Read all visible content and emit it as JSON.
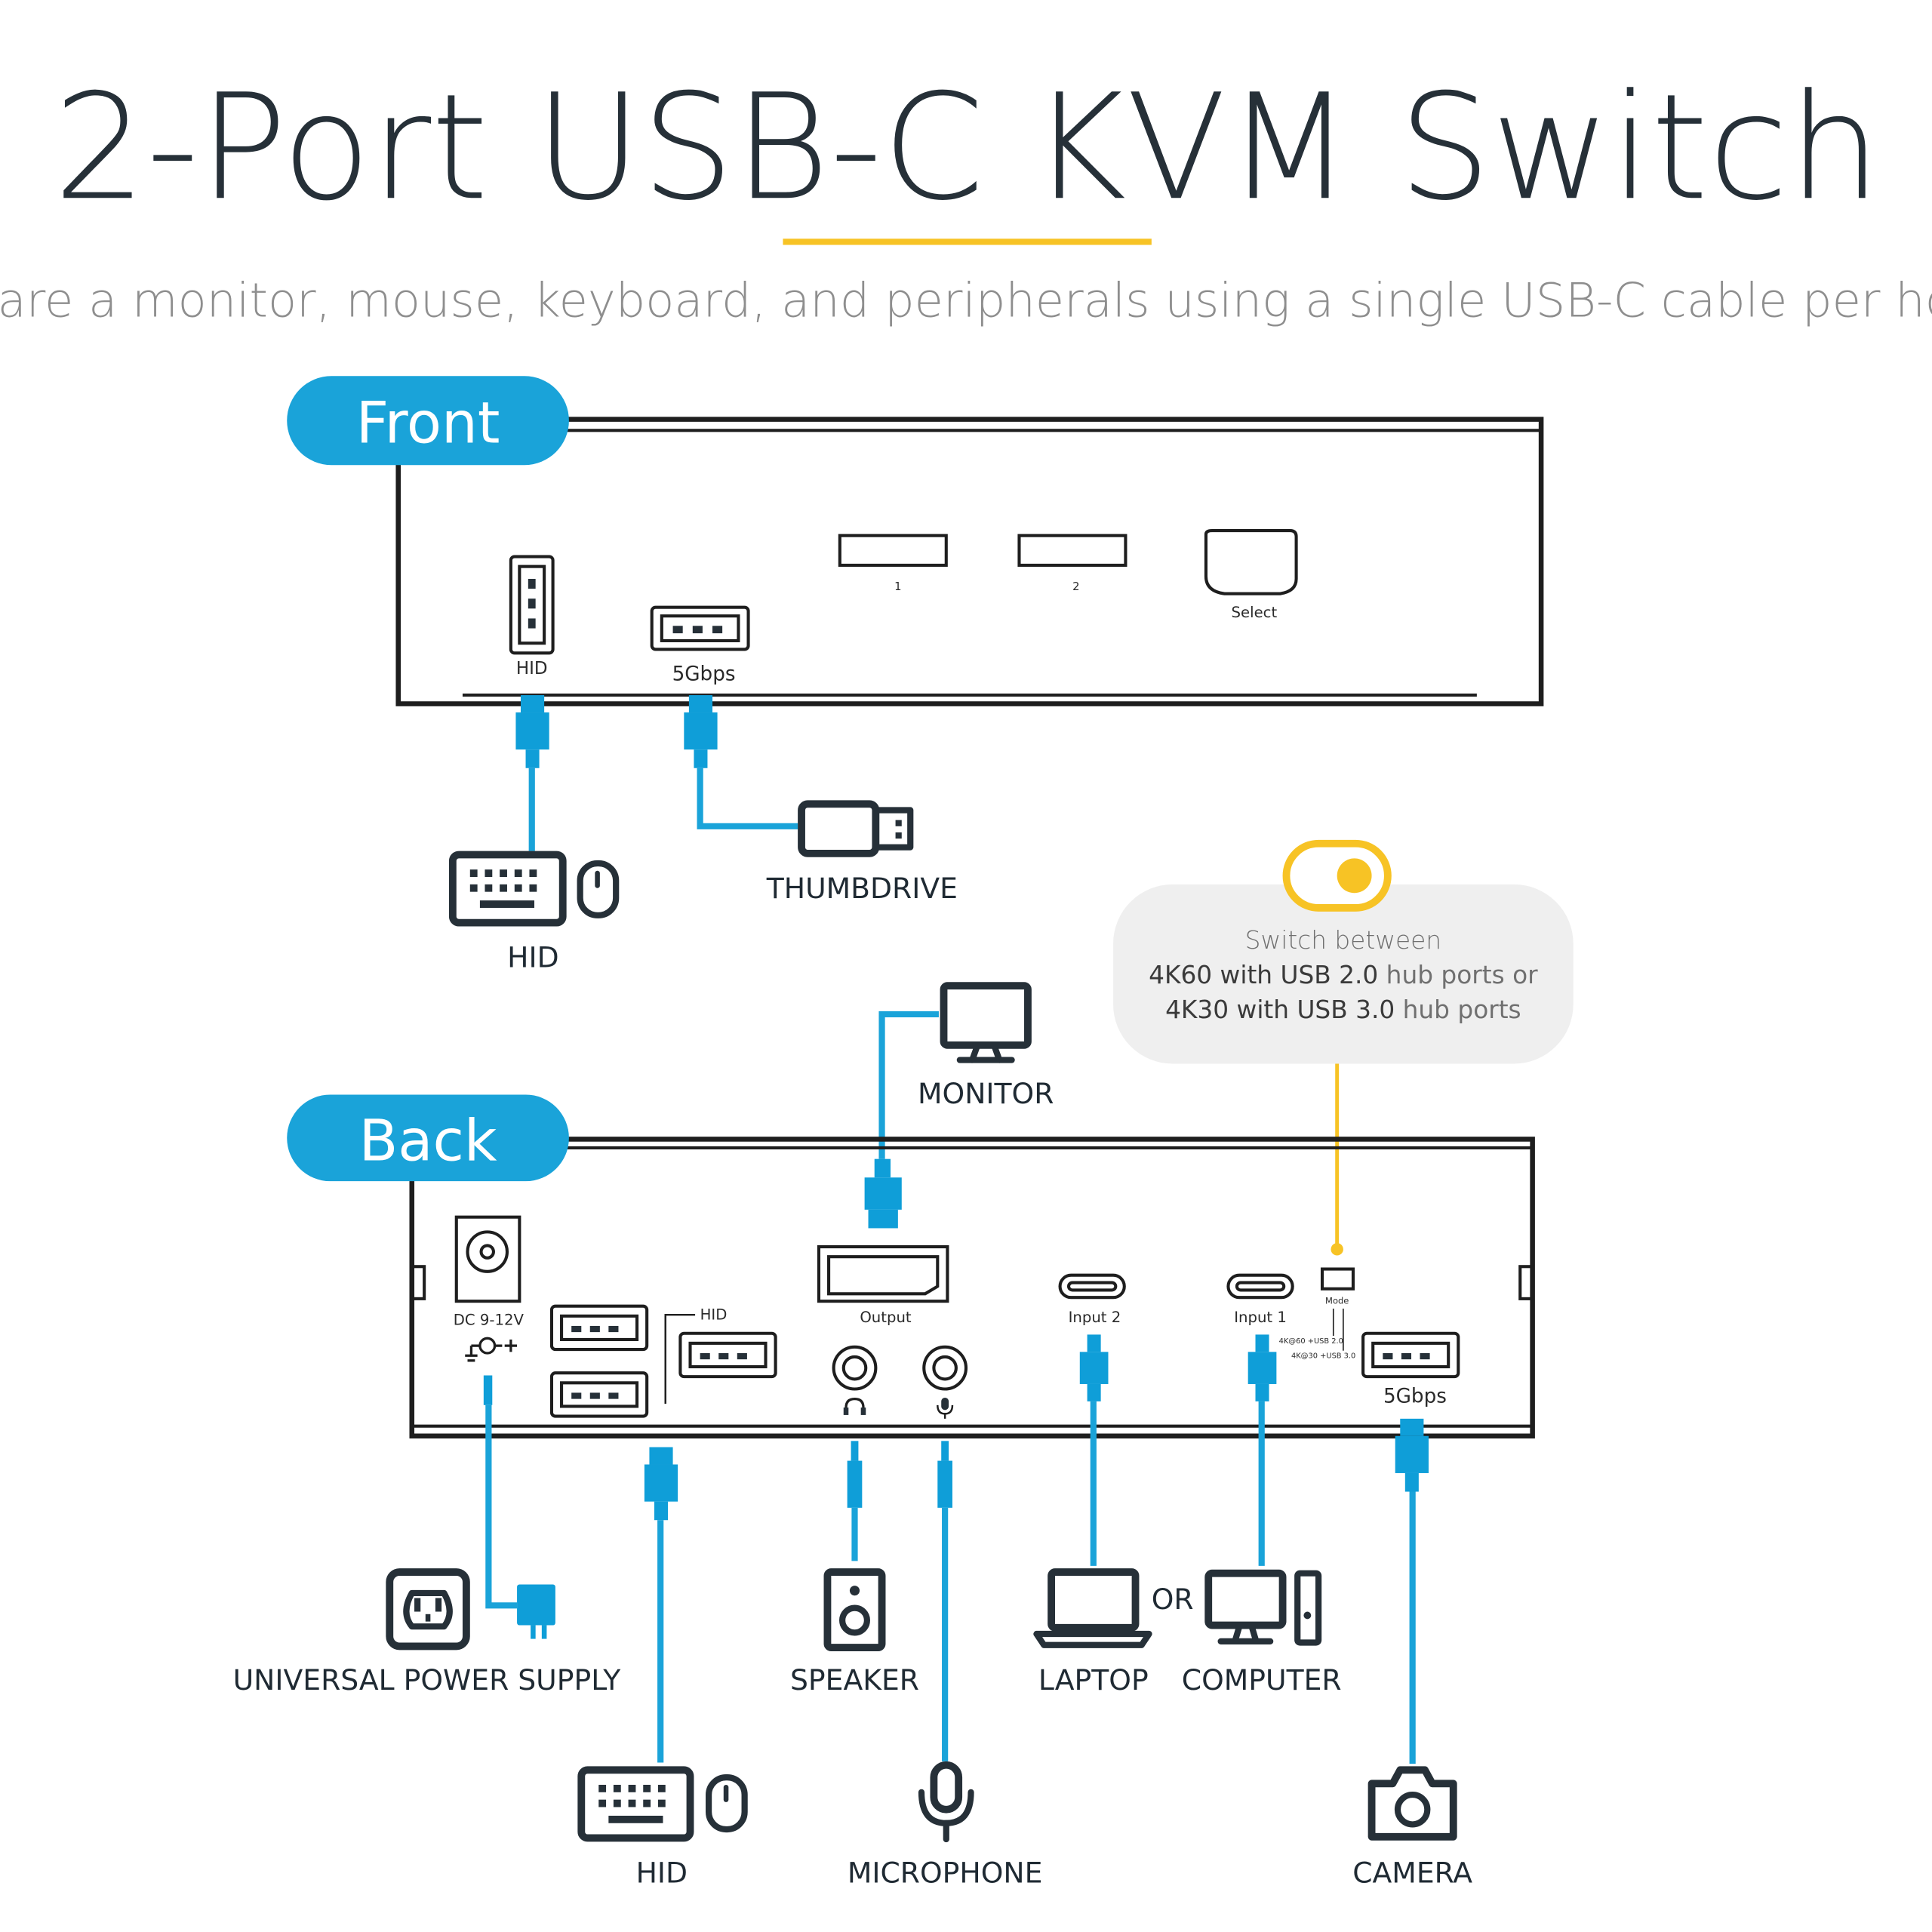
{
  "title": "2-Port USB-C KVM Switch",
  "subtitle": "Share a monitor, mouse, keyboard, and peripherals using a single USB-C cable per host",
  "colors": {
    "accent_blue": "#1aa3d9",
    "accent_yellow": "#f7c325",
    "text_dark": "#263038",
    "text_gray": "#8e8e8e",
    "note_bg": "#efefef"
  },
  "front": {
    "heading": "Front",
    "port_hid_label": "HID",
    "port_5g_label": "5Gbps",
    "button1_label": "1",
    "button2_label": "2",
    "select_label": "Select",
    "devices": {
      "hid": "HID",
      "thumbdrive": "THUMBDRIVE"
    }
  },
  "back": {
    "heading": "Back",
    "dc_label": "DC 9-12V",
    "hid_label": "HID",
    "output_label": "Output",
    "input2_label": "Input 2",
    "input1_label": "Input 1",
    "mode_label": "Mode",
    "mode_opt1": "4K@60 +USB 2.0",
    "mode_opt2": "4K@30 +USB 3.0",
    "port_5g_label": "5Gbps",
    "devices": {
      "monitor": "MONITOR",
      "power": "UNIVERSAL POWER SUPPLY",
      "speaker": "SPEAKER",
      "laptop": "LAPTOP",
      "or": "OR",
      "computer": "COMPUTER",
      "hid": "HID",
      "microphone": "MICROPHONE",
      "camera": "CAMERA"
    }
  },
  "mode_note": {
    "line1": "Switch between",
    "line2_strong": "4K60 with USB 2.0",
    "line2_rest": " hub ports or",
    "line3_strong": "4K30 with USB 3.0",
    "line3_rest": " hub ports"
  },
  "icons": [
    "keyboard-icon",
    "mouse-icon",
    "thumbdrive-icon",
    "toggle-icon",
    "monitor-icon",
    "outlet-icon",
    "power-adapter-icon",
    "speaker-icon",
    "laptop-icon",
    "desktop-computer-icon",
    "microphone-icon",
    "camera-icon",
    "headphone-icon",
    "mic-jack-icon",
    "dc-polarity-icon"
  ]
}
